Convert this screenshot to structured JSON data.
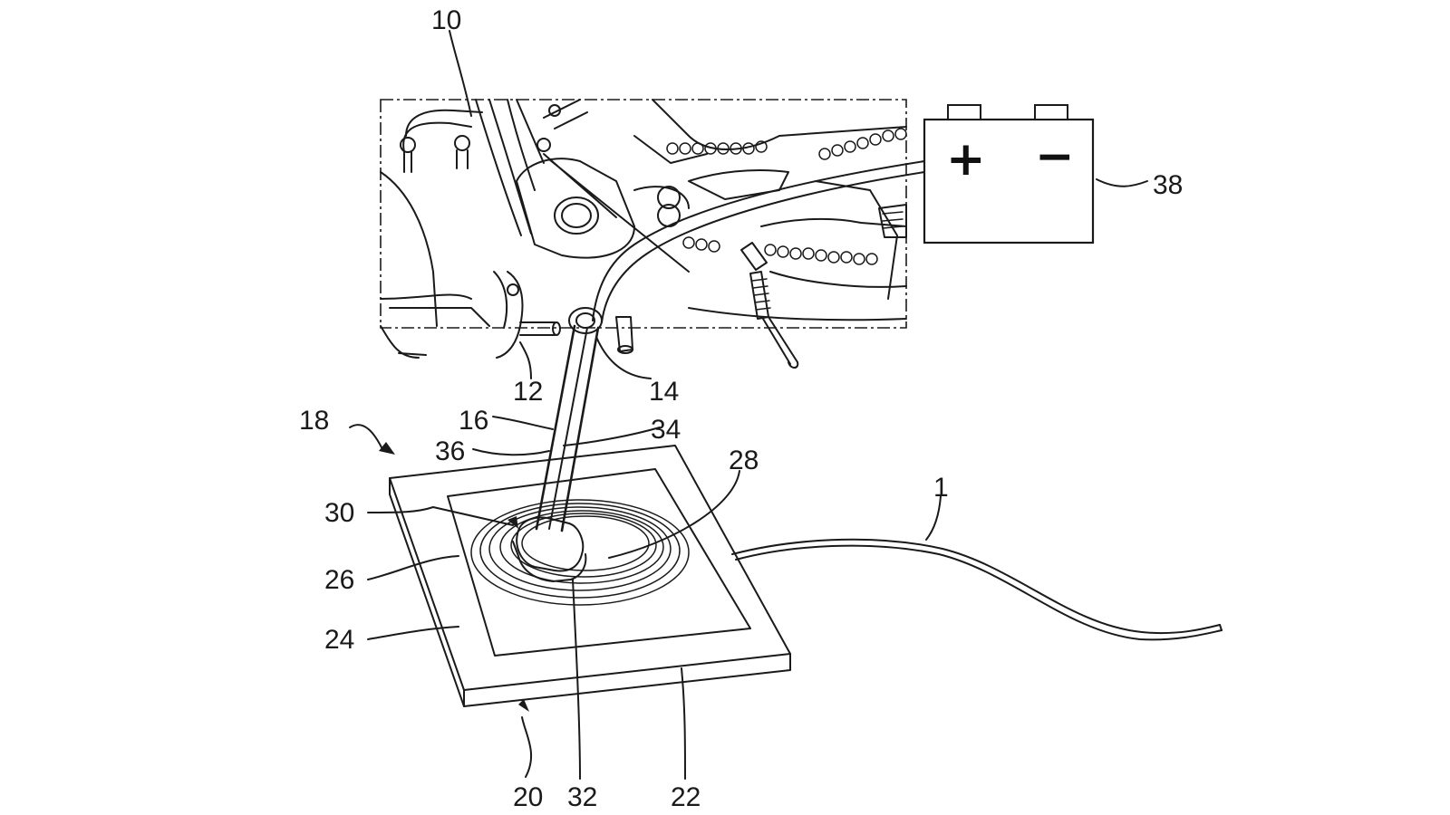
{
  "labels": {
    "motorcycle": "10",
    "left_pivot": "12",
    "right_pivot": "14",
    "stand": "16",
    "system": "18",
    "base_arrow": "20",
    "pad_surface": "22",
    "pad_frame": "24",
    "coil": "26",
    "coil_center": "28",
    "foot_pointer": "30",
    "foot": "32",
    "cable_upper": "34",
    "cable_lower": "36",
    "battery": "38",
    "supply_cable": "1"
  },
  "battery": {
    "plus": "+",
    "minus": "−"
  }
}
